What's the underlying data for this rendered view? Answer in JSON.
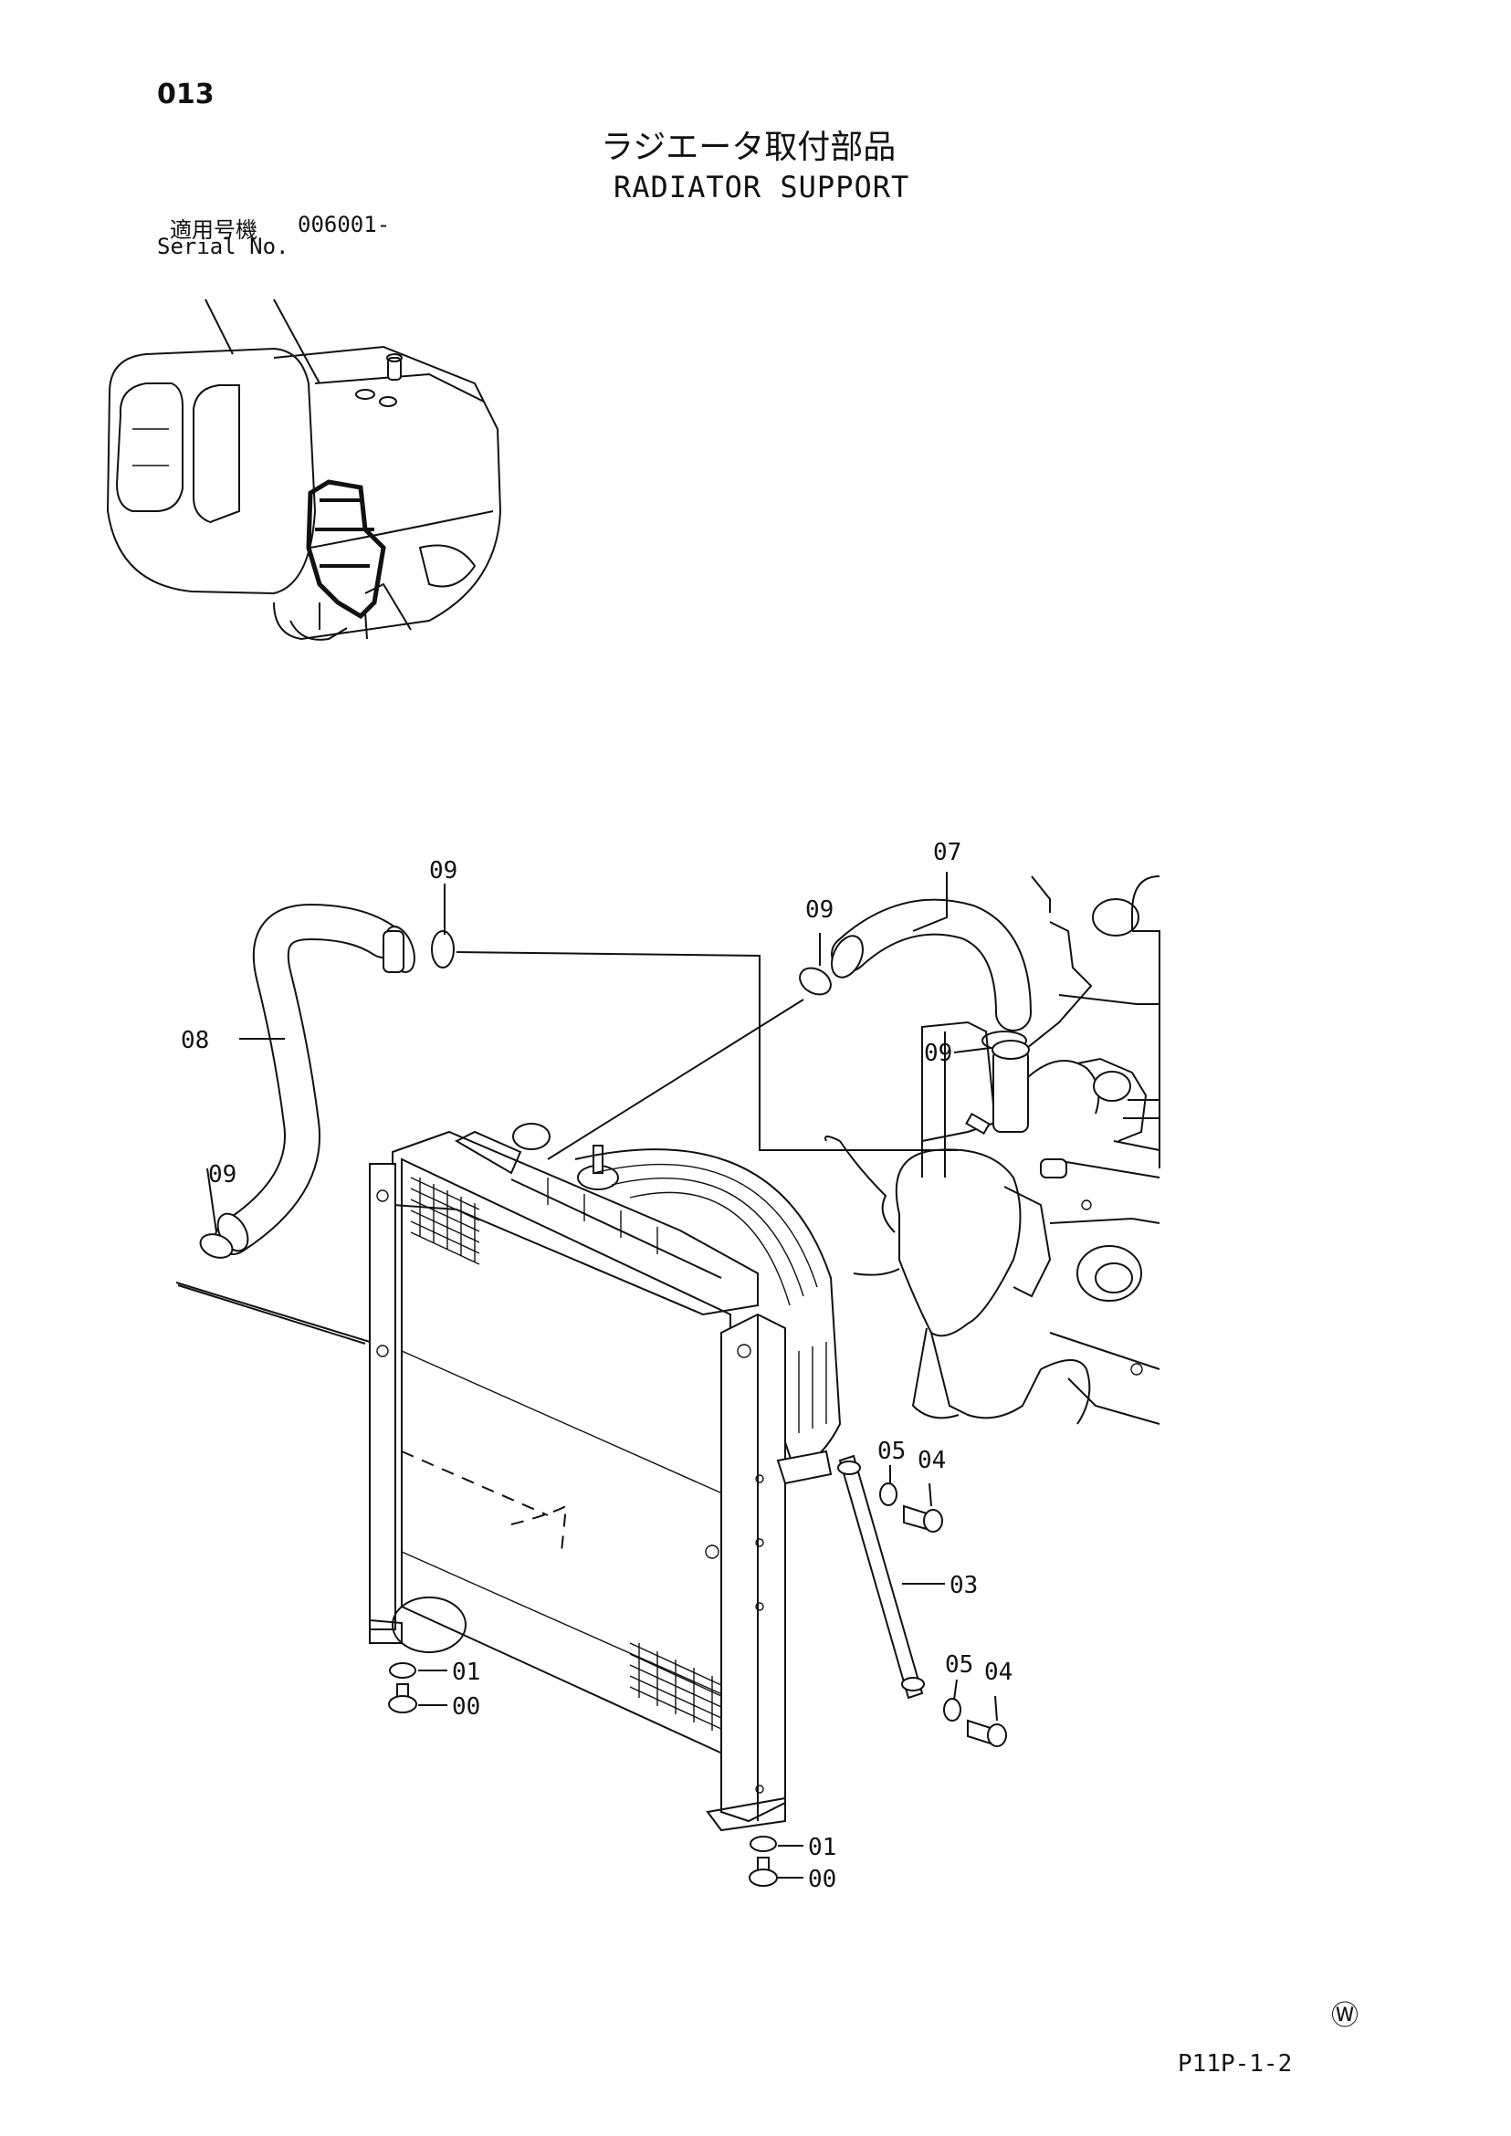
{
  "page": {
    "number": "013",
    "title_jp": "ラジエータ取付部品",
    "title_en": "RADIATOR SUPPORT",
    "serial_label_jp": "適用号機",
    "serial_value": "006001-",
    "serial_label_en": "Serial No.",
    "page_code": "P11P-1-2",
    "watermark_symbol": "Ⓦ"
  },
  "callouts": {
    "c00a": "00",
    "c00b": "00",
    "c01a": "01",
    "c01b": "01",
    "c03": "03",
    "c04a": "04",
    "c04b": "04",
    "c05a": "05",
    "c05b": "05",
    "c07": "07",
    "c08": "08",
    "c09a": "09",
    "c09b": "09",
    "c09c": "09",
    "c09d": "09"
  }
}
